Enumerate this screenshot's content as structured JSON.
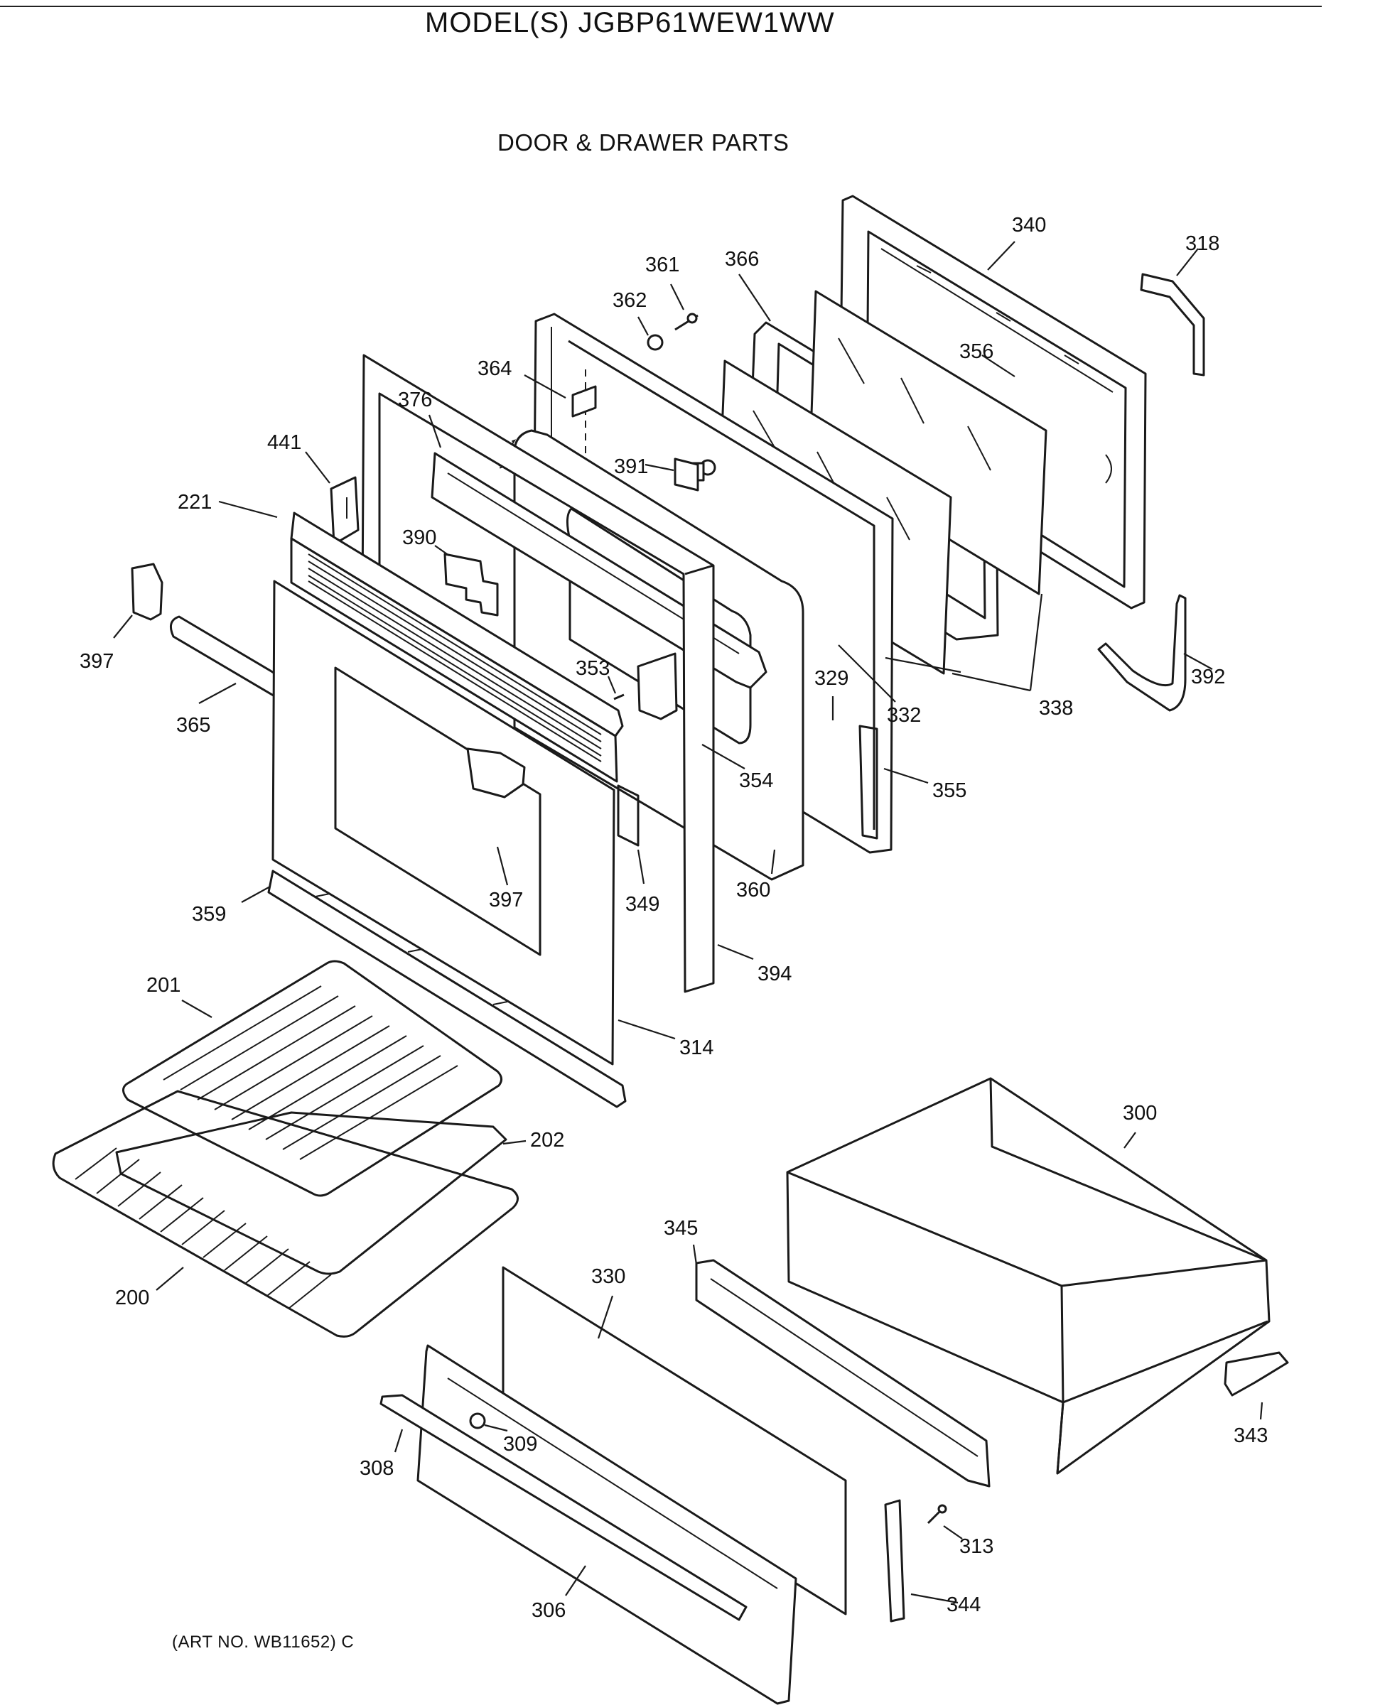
{
  "header": {
    "model_title": "MODEL(S) JGBP61WEW1WW"
  },
  "diagram": {
    "section_title": "DOOR & DRAWER PARTS"
  },
  "footer": {
    "art_number": "(ART NO. WB11652) C"
  },
  "callouts": [
    {
      "name": "340",
      "text": "340"
    },
    {
      "name": "318",
      "text": "318"
    },
    {
      "name": "361",
      "text": "361"
    },
    {
      "name": "366",
      "text": "366"
    },
    {
      "name": "362",
      "text": "362"
    },
    {
      "name": "356",
      "text": "356"
    },
    {
      "name": "364",
      "text": "364"
    },
    {
      "name": "376",
      "text": "376"
    },
    {
      "name": "441",
      "text": "441"
    },
    {
      "name": "391",
      "text": "391"
    },
    {
      "name": "221",
      "text": "221"
    },
    {
      "name": "390",
      "text": "390"
    },
    {
      "name": "397-left",
      "text": "397"
    },
    {
      "name": "353",
      "text": "353"
    },
    {
      "name": "329",
      "text": "329"
    },
    {
      "name": "332",
      "text": "332"
    },
    {
      "name": "338",
      "text": "338"
    },
    {
      "name": "392",
      "text": "392"
    },
    {
      "name": "365",
      "text": "365"
    },
    {
      "name": "354",
      "text": "354"
    },
    {
      "name": "355",
      "text": "355"
    },
    {
      "name": "397-door",
      "text": "397"
    },
    {
      "name": "349",
      "text": "349"
    },
    {
      "name": "360",
      "text": "360"
    },
    {
      "name": "359",
      "text": "359"
    },
    {
      "name": "394",
      "text": "394"
    },
    {
      "name": "201",
      "text": "201"
    },
    {
      "name": "314",
      "text": "314"
    },
    {
      "name": "300",
      "text": "300"
    },
    {
      "name": "202",
      "text": "202"
    },
    {
      "name": "345",
      "text": "345"
    },
    {
      "name": "330",
      "text": "330"
    },
    {
      "name": "200",
      "text": "200"
    },
    {
      "name": "343",
      "text": "343"
    },
    {
      "name": "309",
      "text": "309"
    },
    {
      "name": "308",
      "text": "308"
    },
    {
      "name": "313",
      "text": "313"
    },
    {
      "name": "344",
      "text": "344"
    },
    {
      "name": "306",
      "text": "306"
    }
  ]
}
